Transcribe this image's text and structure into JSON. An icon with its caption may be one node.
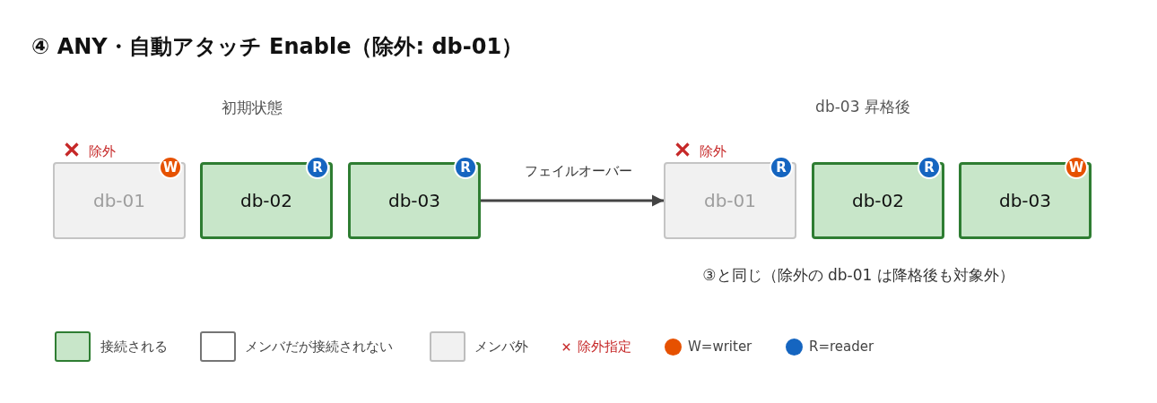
{
  "diagram": {
    "title": "④ ANY・自動アタッチ Enable（除外: db-01）",
    "nodes": [
      {
        "text": [
          "db-01"
        ],
        "beside": [
          "除外"
        ]
      },
      {
        "text": [
          "W"
        ]
      },
      {
        "text": [
          "db-02"
        ]
      },
      {
        "text": [
          "R"
        ]
      },
      {
        "text": [
          "db-03"
        ]
      },
      {
        "text": [
          "R"
        ]
      },
      {
        "text": [
          "db-01"
        ],
        "beside": [
          "除外"
        ]
      },
      {
        "text": [
          "R"
        ]
      },
      {
        "text": [
          "db-02"
        ]
      },
      {
        "text": [
          "R"
        ]
      },
      {
        "text": [
          "db-03"
        ]
      },
      {
        "text": [
          "W"
        ]
      }
    ],
    "edges": [
      {
        "from": 4,
        "to": 6,
        "arrow": "to",
        "label": "フェイルオーバー"
      }
    ],
    "labels": [
      "初期状態",
      "db-03 昇格後",
      "③と同じ（除外の db-01 は降格後も対象外）"
    ],
    "legend": [
      {
        "text": "接続される",
        "color": "#c8e6c9"
      },
      {
        "text": "メンバだが接続されない",
        "color": "#ffffff"
      },
      {
        "text": "メンバ外",
        "color": "#f1f1f1"
      },
      {
        "text": "除外指定"
      },
      {
        "text": "W=writer",
        "color": "#e65100"
      },
      {
        "text": "R=reader",
        "color": "#1565c0"
      }
    ]
  }
}
